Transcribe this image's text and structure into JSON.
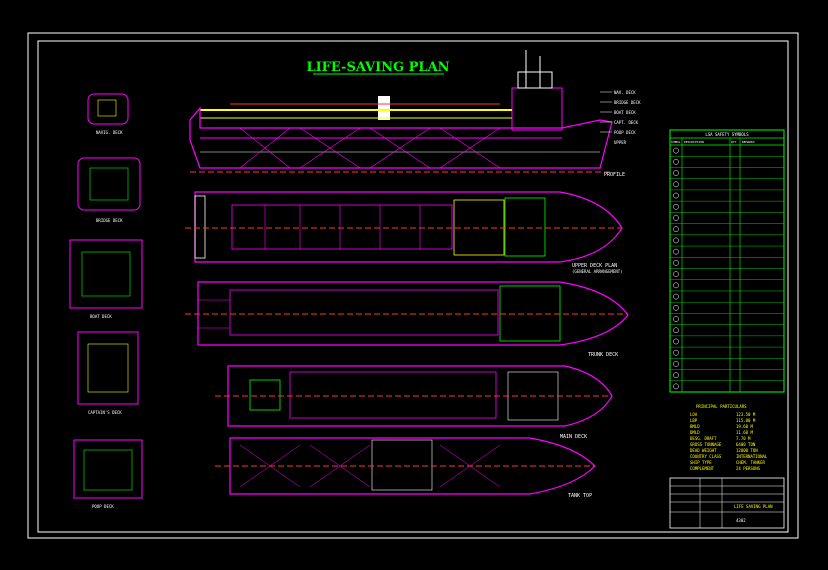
{
  "title": "LIFE-SAVING PLAN",
  "colors": {
    "background": "#000000",
    "frame": "#ffffff",
    "hull": "#ff00ff",
    "title": "#00ff00",
    "equipment_green": "#00ff00",
    "equipment_yellow": "#ffff00",
    "escape_route": "#ff3333",
    "text_white": "#ffffff"
  },
  "views": {
    "profile": "PROFILE",
    "upper_deck": "UPPER DECK PLAN",
    "upper_deck_sub": "(GENERAL ARRANGEMENT)",
    "trunk_deck": "TRUNK DECK",
    "main_deck": "MAIN DECK",
    "tank_top": "TANK TOP"
  },
  "side_views": [
    "NAVIG. DECK",
    "BRIDGE DECK",
    "BOAT DECK",
    "CAPTAIN'S DECK",
    "POOP DECK"
  ],
  "deck_tags": [
    "NAV. DECK",
    "BRIDGE DECK",
    "BOAT DECK",
    "CAPT. DECK",
    "POOP DECK",
    "UPPER"
  ],
  "legend": {
    "title": "LSA SAFETY SYMBOLS",
    "headers": [
      "SYMBOL",
      "DESCRIPTION",
      "QTY",
      "REMARKS"
    ],
    "row_count": 22
  },
  "particulars": {
    "title": "PRINCIPAL PARTICULARS",
    "rows": [
      {
        "label": "LOA",
        "value": "123.50 M"
      },
      {
        "label": "LBP",
        "value": "115.00 M"
      },
      {
        "label": "BMLD",
        "value": "19.60 M"
      },
      {
        "label": "DMLD",
        "value": "11.60 M"
      },
      {
        "label": "DESG. DRAFT",
        "value": "7.70 M"
      },
      {
        "label": "GROSS TONNAGE",
        "value": "6400 TON"
      },
      {
        "label": "DEAD WEIGHT",
        "value": "12800 TON"
      },
      {
        "label": "COUNTRY CLASS",
        "value": "INTERNATIONAL"
      },
      {
        "label": "SHIP TYPE",
        "value": "CHEM. TANKER"
      },
      {
        "label": "COMPLEMENT",
        "value": "24 PERSONS"
      }
    ]
  },
  "title_block": {
    "drawing_name": "LIFE SAVING PLAN",
    "doc_no": "4302"
  }
}
